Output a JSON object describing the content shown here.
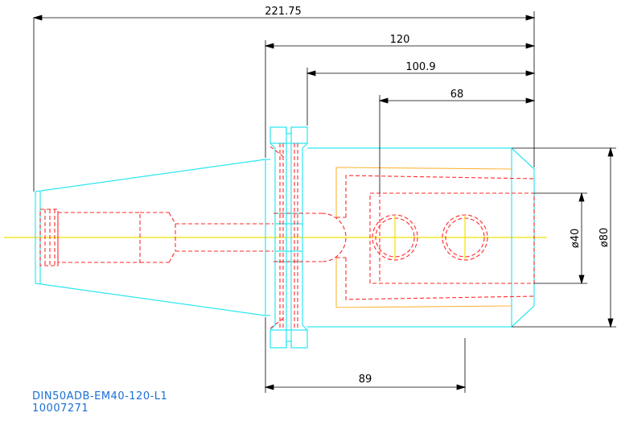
{
  "drawing": {
    "part_number": "DIN50ADB-EM40-120-L1",
    "article_number": "10007271",
    "dimensions": {
      "overall_length": "221.75",
      "flange_to_end": "120",
      "body_length": "100.9",
      "bore_depth": "68",
      "lower_length": "89",
      "bore_diameter": "ø40",
      "body_diameter": "ø80"
    },
    "colors": {
      "outline": "#2ee6f0",
      "hidden_lines": "#ff2a2a",
      "collet": "#ffb43a",
      "centerline": "#f2e200",
      "dimensions": "#000000",
      "caption": "#1a6fd6"
    }
  }
}
